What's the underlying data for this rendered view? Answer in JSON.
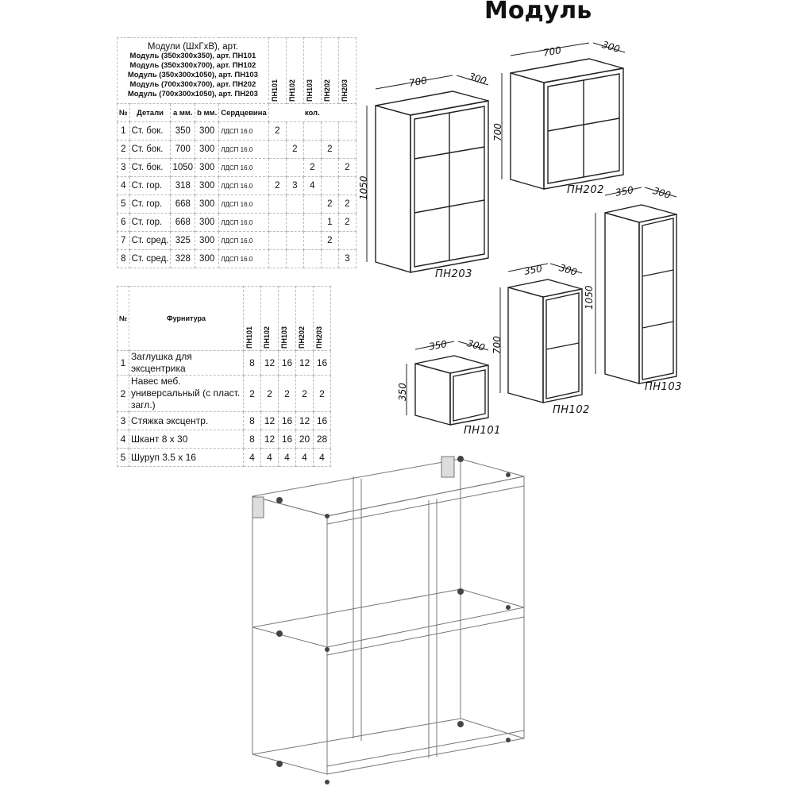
{
  "title": "Модуль",
  "parts_table": {
    "header_lines": [
      "Модули (ШхГхВ), арт.",
      "Модуль (350x300x350), арт. ПН101",
      "Модуль (350x300x700), арт. ПН102",
      "Модуль (350x300x1050), арт. ПН103",
      "Модуль (700x300x700), арт. ПН202",
      "Модуль (700x300x1050), арт. ПН203"
    ],
    "models": [
      "ПН101",
      "ПН102",
      "ПН103",
      "ПН202",
      "ПН203"
    ],
    "columns": [
      "№",
      "Детали",
      "а мм.",
      "b мм.",
      "Сердцевина",
      "кол."
    ],
    "rows": [
      {
        "n": "1",
        "part": "Ст. бок.",
        "a": "350",
        "b": "300",
        "core": "ЛДСП 16.0",
        "q": [
          "2",
          "",
          "",
          "",
          ""
        ]
      },
      {
        "n": "2",
        "part": "Ст. бок.",
        "a": "700",
        "b": "300",
        "core": "ЛДСП 16.0",
        "q": [
          "",
          "2",
          "",
          "2",
          ""
        ]
      },
      {
        "n": "3",
        "part": "Ст. бок.",
        "a": "1050",
        "b": "300",
        "core": "ЛДСП 16.0",
        "q": [
          "",
          "",
          "2",
          "",
          "2"
        ]
      },
      {
        "n": "4",
        "part": "Ст. гор.",
        "a": "318",
        "b": "300",
        "core": "ЛДСП 16.0",
        "q": [
          "2",
          "3",
          "4",
          "",
          ""
        ]
      },
      {
        "n": "5",
        "part": "Ст. гор.",
        "a": "668",
        "b": "300",
        "core": "ЛДСП 16.0",
        "q": [
          "",
          "",
          "",
          "2",
          "2"
        ]
      },
      {
        "n": "6",
        "part": "Ст. гор.",
        "a": "668",
        "b": "300",
        "core": "ЛДСП 16.0",
        "q": [
          "",
          "",
          "",
          "1",
          "2"
        ]
      },
      {
        "n": "7",
        "part": "Ст. сред.",
        "a": "325",
        "b": "300",
        "core": "ЛДСП 16.0",
        "q": [
          "",
          "",
          "",
          "2",
          ""
        ]
      },
      {
        "n": "8",
        "part": "Ст. сред.",
        "a": "328",
        "b": "300",
        "core": "ЛДСП 16.0",
        "q": [
          "",
          "",
          "",
          "",
          "3"
        ]
      }
    ]
  },
  "hardware_table": {
    "col_no": "№",
    "col_name": "Фурнитура",
    "models": [
      "ПН101",
      "ПН102",
      "ПН103",
      "ПН202",
      "ПН203"
    ],
    "rows": [
      {
        "n": "1",
        "name": "Заглушка для эксцентрика",
        "q": [
          "8",
          "12",
          "16",
          "12",
          "16"
        ]
      },
      {
        "n": "2",
        "name": "Навес меб. универсальный (с пласт. загл.)",
        "q": [
          "2",
          "2",
          "2",
          "2",
          "2"
        ]
      },
      {
        "n": "3",
        "name": "Стяжка эксцентр.",
        "q": [
          "8",
          "12",
          "16",
          "12",
          "16"
        ]
      },
      {
        "n": "4",
        "name": "Шкант 8 х 30",
        "q": [
          "8",
          "12",
          "16",
          "20",
          "28"
        ]
      },
      {
        "n": "5",
        "name": "Шуруп 3.5 х 16",
        "q": [
          "4",
          "4",
          "4",
          "4",
          "4"
        ]
      }
    ]
  },
  "drawings": {
    "pn203": {
      "label": "ПН203",
      "w": "700",
      "d": "300",
      "h": "1050"
    },
    "pn202": {
      "label": "ПН202",
      "w": "700",
      "d": "300",
      "h": "700"
    },
    "pn103": {
      "label": "ПН103",
      "w": "350",
      "d": "300",
      "h": "1050"
    },
    "pn102": {
      "label": "ПН102",
      "w": "350",
      "d": "300",
      "h": "700"
    },
    "pn101": {
      "label": "ПН101",
      "w": "350",
      "d": "300",
      "h": "350"
    }
  }
}
